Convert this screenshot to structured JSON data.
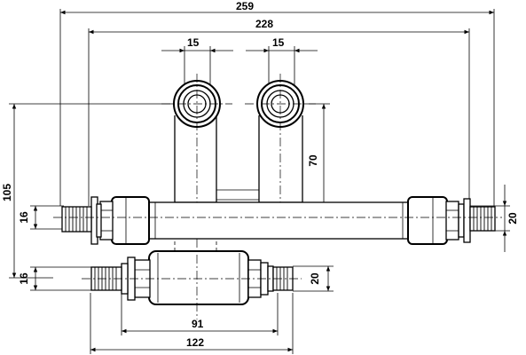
{
  "dimensions": {
    "overall_width": "259",
    "body_width": "228",
    "outlet_left_diameter": "15",
    "outlet_right_diameter": "15",
    "outlet_height": "70",
    "total_height": "105",
    "top_pipe_left_diameter": "16",
    "top_pipe_right_diameter": "20",
    "bottom_pipe_left_diameter": "16",
    "bottom_pipe_right_diameter": "20",
    "bottom_body_width": "91",
    "bottom_overall_width": "122"
  },
  "colors": {
    "line": "#000000",
    "background": "#ffffff"
  }
}
